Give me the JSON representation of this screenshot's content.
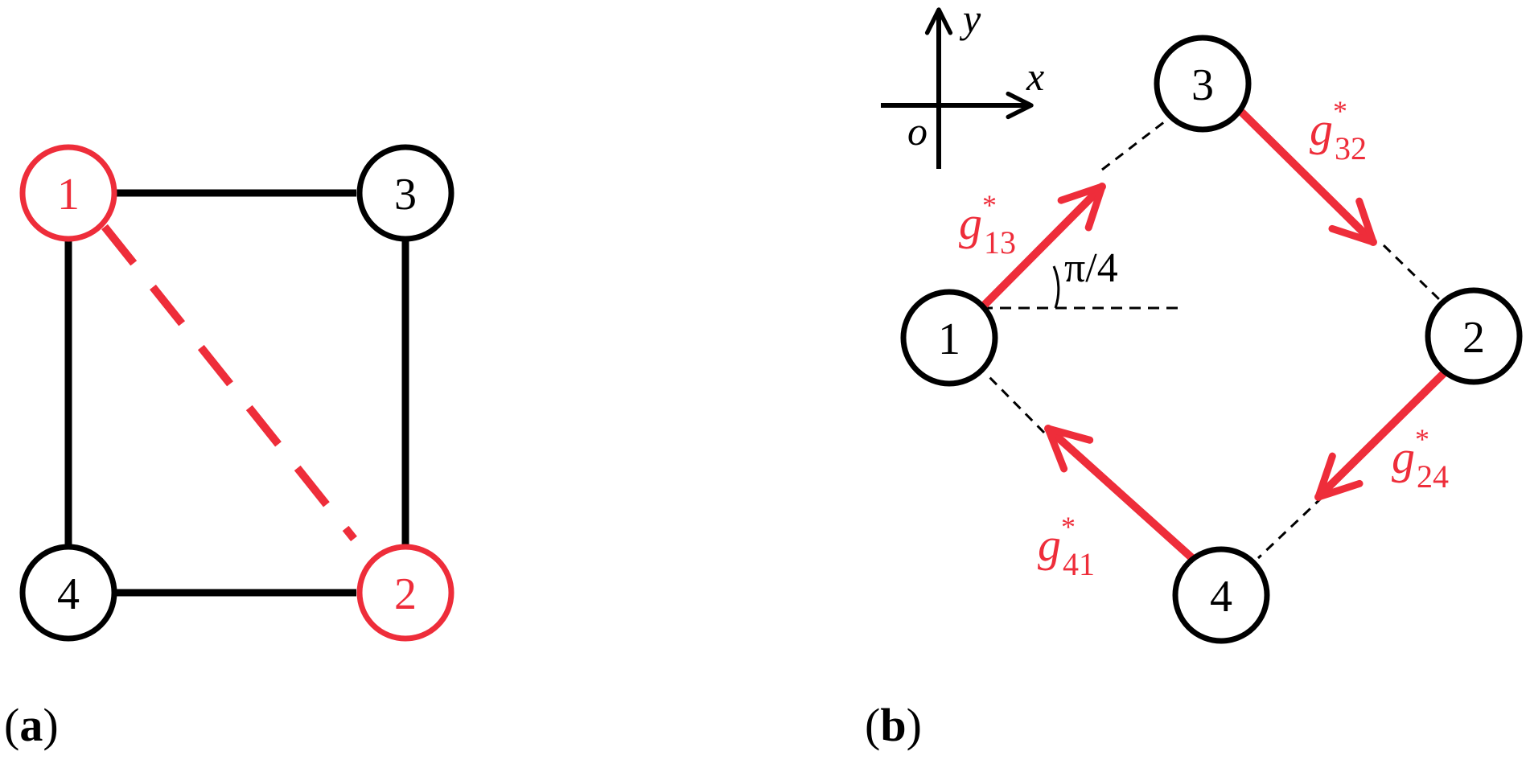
{
  "colors": {
    "black": "#000000",
    "red": "#ee2d3a"
  },
  "panel_a": {
    "label_open": "(",
    "label_letter": "a",
    "label_close": ")",
    "nodes": [
      {
        "id": "1",
        "label": "1",
        "highlight": true
      },
      {
        "id": "3",
        "label": "3",
        "highlight": false
      },
      {
        "id": "4",
        "label": "4",
        "highlight": false
      },
      {
        "id": "2",
        "label": "2",
        "highlight": true
      }
    ]
  },
  "panel_b": {
    "label_open": "(",
    "label_letter": "b",
    "label_close": ")",
    "axes": {
      "x_label": "x",
      "y_label": "y",
      "origin_label": "o"
    },
    "angle_label": "π/4",
    "nodes": [
      {
        "id": "1",
        "label": "1"
      },
      {
        "id": "3",
        "label": "3"
      },
      {
        "id": "2",
        "label": "2"
      },
      {
        "id": "4",
        "label": "4"
      }
    ],
    "edges": [
      {
        "base": "g",
        "sup": "*",
        "sub": "13"
      },
      {
        "base": "g",
        "sup": "*",
        "sub": "32"
      },
      {
        "base": "g",
        "sup": "*",
        "sub": "24"
      },
      {
        "base": "g",
        "sup": "*",
        "sub": "41"
      }
    ]
  }
}
